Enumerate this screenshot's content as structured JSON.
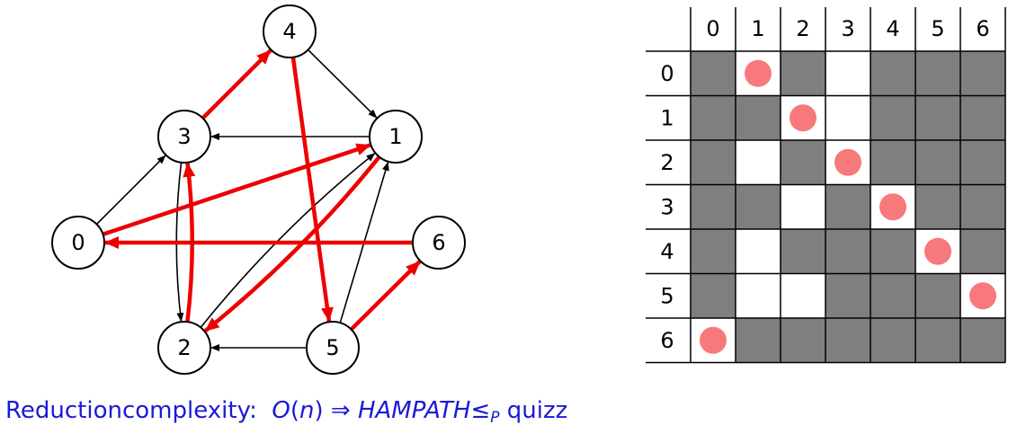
{
  "graph": {
    "nodes": [
      {
        "id": "0",
        "label": "0"
      },
      {
        "id": "1",
        "label": "1"
      },
      {
        "id": "2",
        "label": "2"
      },
      {
        "id": "3",
        "label": "3"
      },
      {
        "id": "4",
        "label": "4"
      },
      {
        "id": "5",
        "label": "5"
      },
      {
        "id": "6",
        "label": "6"
      }
    ],
    "edges": [
      {
        "from": "0",
        "to": "1",
        "kind": "path"
      },
      {
        "from": "1",
        "to": "2",
        "kind": "path"
      },
      {
        "from": "2",
        "to": "3",
        "kind": "path"
      },
      {
        "from": "3",
        "to": "4",
        "kind": "path"
      },
      {
        "from": "4",
        "to": "5",
        "kind": "path"
      },
      {
        "from": "5",
        "to": "6",
        "kind": "path"
      },
      {
        "from": "6",
        "to": "0",
        "kind": "path"
      },
      {
        "from": "0",
        "to": "3",
        "kind": "normal"
      },
      {
        "from": "1",
        "to": "3",
        "kind": "normal"
      },
      {
        "from": "4",
        "to": "1",
        "kind": "normal"
      },
      {
        "from": "3",
        "to": "2",
        "kind": "normal"
      },
      {
        "from": "2",
        "to": "1",
        "kind": "normal"
      },
      {
        "from": "5",
        "to": "1",
        "kind": "normal"
      },
      {
        "from": "5",
        "to": "2",
        "kind": "normal"
      }
    ],
    "colors": {
      "path": "#ee0000",
      "normal": "#000000"
    }
  },
  "matrix": {
    "col_headers": [
      "0",
      "1",
      "2",
      "3",
      "4",
      "5",
      "6"
    ],
    "row_headers": [
      "0",
      "1",
      "2",
      "3",
      "4",
      "5",
      "6"
    ],
    "cells": [
      [
        1,
        0,
        1,
        0,
        1,
        1,
        1
      ],
      [
        1,
        1,
        0,
        0,
        1,
        1,
        1
      ],
      [
        1,
        0,
        1,
        0,
        1,
        1,
        1
      ],
      [
        1,
        1,
        0,
        1,
        0,
        1,
        1
      ],
      [
        1,
        0,
        1,
        1,
        1,
        0,
        1
      ],
      [
        1,
        0,
        0,
        1,
        1,
        1,
        0
      ],
      [
        0,
        1,
        1,
        1,
        1,
        1,
        1
      ]
    ],
    "markers": [
      {
        "row": 0,
        "col": 1
      },
      {
        "row": 1,
        "col": 2
      },
      {
        "row": 2,
        "col": 3
      },
      {
        "row": 3,
        "col": 4
      },
      {
        "row": 4,
        "col": 5
      },
      {
        "row": 5,
        "col": 6
      },
      {
        "row": 6,
        "col": 0
      }
    ],
    "colors": {
      "filled": "#7f7f7f",
      "empty": "#ffffff",
      "marker": "#f7797b"
    }
  },
  "caption": {
    "prefix": "Reductioncomplexity",
    "colon": ":",
    "big_o": "O",
    "var": "n",
    "arrow": "⇒",
    "problem": "HAMPATH",
    "leq": "≤",
    "sub": "P",
    "suffix": "quizz",
    "color": "#1a1ad6"
  }
}
